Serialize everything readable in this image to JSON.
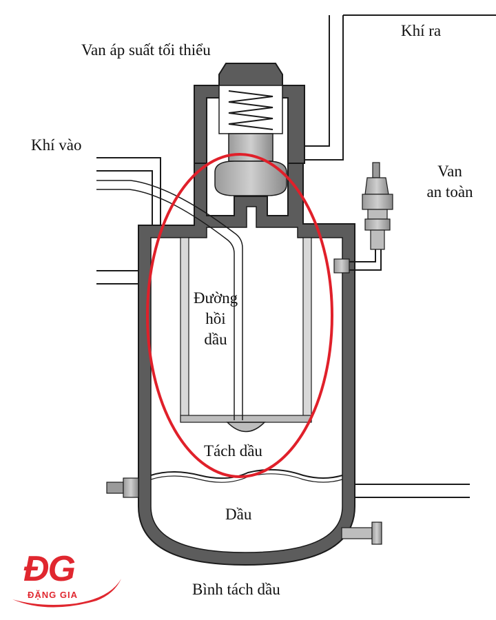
{
  "labels": {
    "min_pressure_valve": "Van áp suất tối thiểu",
    "gas_out": "Khí ra",
    "gas_in": "Khí vào",
    "safety_valve_1": "Van",
    "safety_valve_2": "an toàn",
    "oil_return_1": "Đường",
    "oil_return_2": "hồi",
    "oil_return_3": "dầu",
    "oil_separation": "Tách dầu",
    "oil": "Dầu",
    "tank": "Bình tách dầu"
  },
  "logo": {
    "mark": "ĐG",
    "name": "ĐẶNG GIA"
  },
  "colors": {
    "highlight_ellipse": "#e0202a",
    "tank_fill": "#5c5c5c",
    "tank_stroke": "#1a1a1a",
    "valve_fill": "#8f8f8f",
    "logo_red": "#e0272f"
  }
}
